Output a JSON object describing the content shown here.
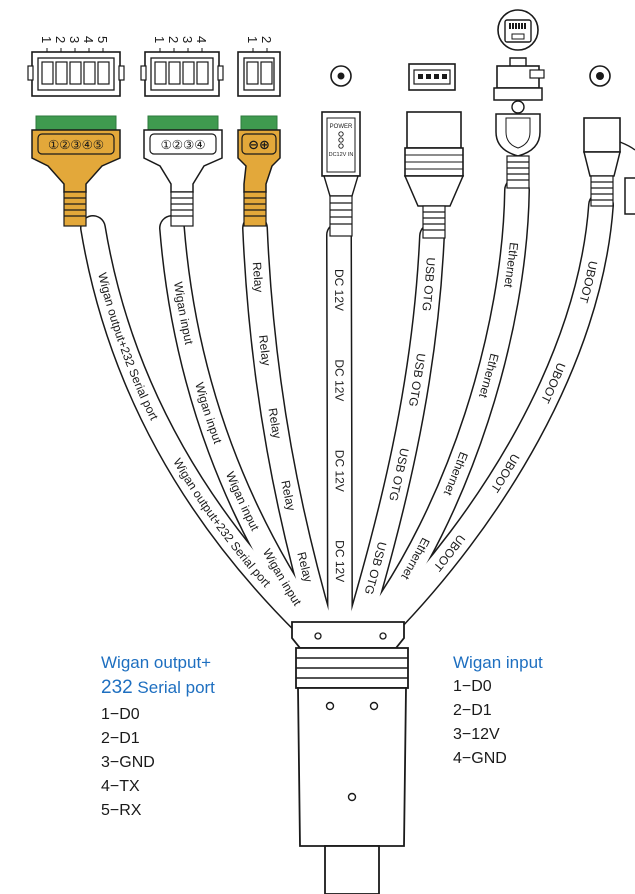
{
  "connectors": {
    "c1_pins": [
      "1",
      "2",
      "3",
      "4",
      "5"
    ],
    "c2_pins": [
      "1",
      "2",
      "3",
      "4"
    ],
    "c3_pins": [
      "1",
      "2"
    ],
    "c1_face": "①②③④⑤",
    "c2_face": "①②③④",
    "c3_face": "⊖⊕",
    "power_jack_label": "POWER",
    "power_jack_spec": "DC12V IN"
  },
  "cables": [
    {
      "id": "wigan-output",
      "labels": [
        "Wigan output+232 Serial port",
        "Wigan output+232 Serial port"
      ]
    },
    {
      "id": "wigan-input",
      "labels": [
        "Wigan input",
        "Wigan input",
        "Wigan input",
        "Wigan input"
      ]
    },
    {
      "id": "relay",
      "labels": [
        "Relay",
        "Relay",
        "Relay",
        "Relay",
        "Relay"
      ]
    },
    {
      "id": "dc12v",
      "labels": [
        "DC 12V",
        "DC 12V",
        "DC 12V",
        "DC 12V"
      ]
    },
    {
      "id": "usb-otg",
      "labels": [
        "USB OTG",
        "USB OTG",
        "USB OTG",
        "USB OTG"
      ]
    },
    {
      "id": "ethernet",
      "labels": [
        "Ethernet",
        "Ethernet",
        "Ethernet",
        "Ethernet"
      ]
    },
    {
      "id": "uboot",
      "labels": [
        "UBOOT",
        "UBOOT",
        "UBOOT",
        "UBOOT"
      ]
    }
  ],
  "legend_left": {
    "title_line1": "Wigan output+",
    "title_line2_num": "232",
    "title_line2_text": " Serial port",
    "pins": [
      "1−D0",
      "2−D1",
      "3−GND",
      "4−TX",
      "5−RX"
    ]
  },
  "legend_right": {
    "title": "Wigan input",
    "pins": [
      "1−D0",
      "2−D1",
      "3−12V",
      "4−GND"
    ]
  },
  "colors": {
    "line": "#1a1a1a",
    "terminal_green": "#3f9a4f",
    "terminal_green_dark": "#2e7a3c",
    "boot_orange": "#e3a83a",
    "legend_title": "#1e6fc0"
  }
}
